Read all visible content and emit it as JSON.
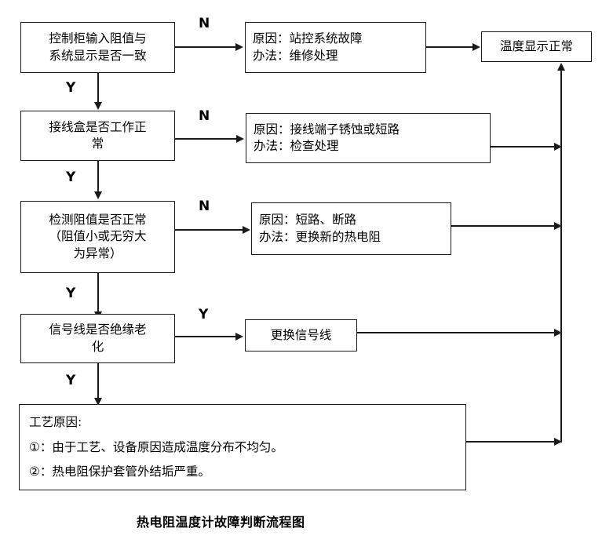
{
  "diagram": {
    "caption": "热电阻温度计故障判断流程图",
    "decisions": [
      {
        "id": "check-cabinet",
        "lines": [
          "控制柜输入阻值与",
          "系统显示是否一致"
        ],
        "no_label": "N",
        "yes_label": "Y"
      },
      {
        "id": "check-junction-box",
        "lines": [
          "接线盒是否工作正",
          "常"
        ],
        "no_label": "N",
        "yes_label": "Y"
      },
      {
        "id": "check-resistance",
        "lines": [
          "检测阻值是否正常",
          "（阻值小或无穷大",
          "为异常）"
        ],
        "no_label": "N",
        "yes_label": "Y"
      },
      {
        "id": "check-signal-line",
        "lines": [
          "信号线是否绝缘老",
          "化"
        ],
        "yes_label_right": "Y",
        "yes_label_down": "Y"
      }
    ],
    "causes": [
      {
        "id": "cause-station-control",
        "lines": [
          "原因：站控系统故障",
          "办法：维修处理"
        ]
      },
      {
        "id": "cause-terminal-corrosion",
        "lines": [
          "原因：接线端子锈蚀或短路",
          "办法：检查处理"
        ]
      },
      {
        "id": "cause-short-open-circuit",
        "lines": [
          "原因：短路、断路",
          "办法：更换新的热电阻"
        ]
      }
    ],
    "action_replace_signal_line": "更换信号线",
    "result_box": "温度显示正常",
    "process_note": {
      "heading": "工艺原因:",
      "items": [
        "①：由于工艺、设备原因造成温度分布不均匀。",
        "②：热电阻保护套管外结垢严重。"
      ]
    }
  },
  "colors": {
    "line": "#1a1a1a",
    "text": "#000000",
    "background": "#ffffff"
  }
}
